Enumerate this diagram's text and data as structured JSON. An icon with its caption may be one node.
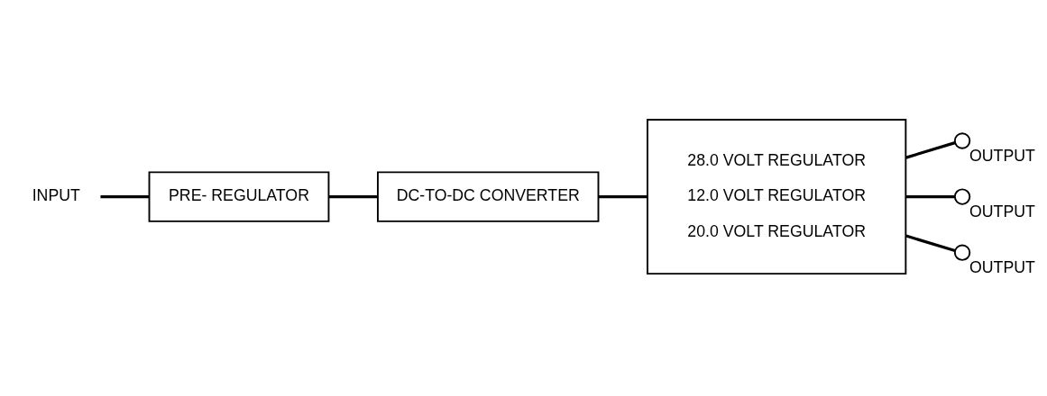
{
  "diagram": {
    "nodes": [
      {
        "text": [
          "INPUT"
        ]
      },
      {
        "text": [
          "PRE- REGULATOR"
        ]
      },
      {
        "text": [
          "DC-TO-DC CONVERTER"
        ]
      },
      {
        "text": [
          "28.0 VOLT REGULATOR",
          "12.0 VOLT REGULATOR",
          "20.0 VOLT REGULATOR"
        ]
      },
      {
        "text": [],
        "shape": "circle",
        "beside": [
          "OUTPUT"
        ]
      },
      {
        "text": [],
        "shape": "circle",
        "beside": [
          "OUTPUT"
        ]
      },
      {
        "text": [],
        "shape": "circle",
        "beside": [
          "OUTPUT"
        ]
      }
    ],
    "edges": [
      {
        "from": 0,
        "to": 1,
        "arrow": "none"
      },
      {
        "from": 1,
        "to": 2,
        "arrow": "none"
      },
      {
        "from": 2,
        "to": 3,
        "arrow": "none"
      },
      {
        "from": 3,
        "to": 4,
        "arrow": "none"
      },
      {
        "from": 3,
        "to": 5,
        "arrow": "none"
      },
      {
        "from": 3,
        "to": 6,
        "arrow": "none"
      }
    ]
  }
}
